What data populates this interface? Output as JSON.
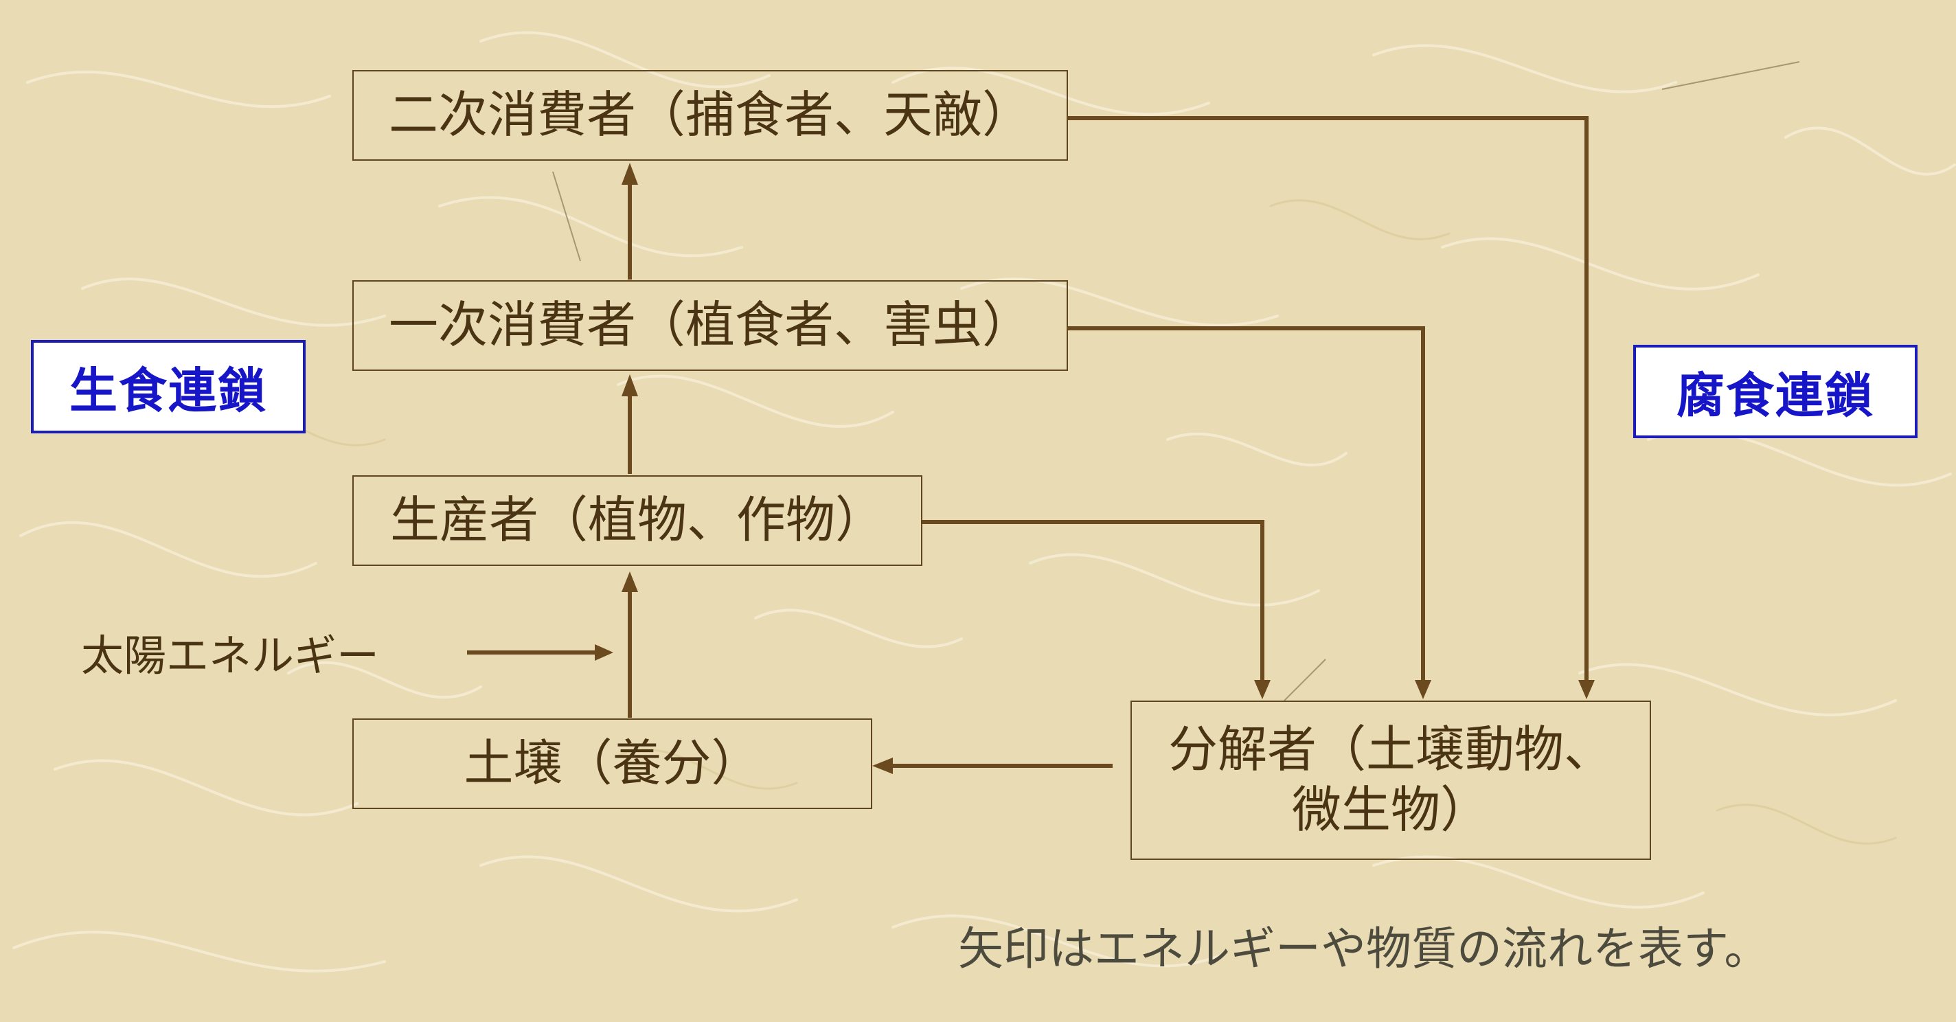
{
  "diagram": {
    "boxes": {
      "secondary_consumer": "二次消費者（捕食者、天敵）",
      "primary_consumer": "一次消費者（植食者、害虫）",
      "producer": "生産者（植物、作物）",
      "soil": "土壌（養分）",
      "decomposer_line1": "分解者（土壌動物、",
      "decomposer_line2": "微生物）"
    },
    "grazing_chain": "生食連鎖",
    "detritus_chain": "腐食連鎖",
    "solar_energy": "太陽エネルギー",
    "caption": "矢印はエネルギーや物質の流れを表す。"
  },
  "colors": {
    "background": "#e9dcb4",
    "arrow": "#6b4a1f",
    "box_border": "#5f4520",
    "text": "#4a3414",
    "chain_text": "#1616c8",
    "chain_border": "#1c1cb8"
  }
}
